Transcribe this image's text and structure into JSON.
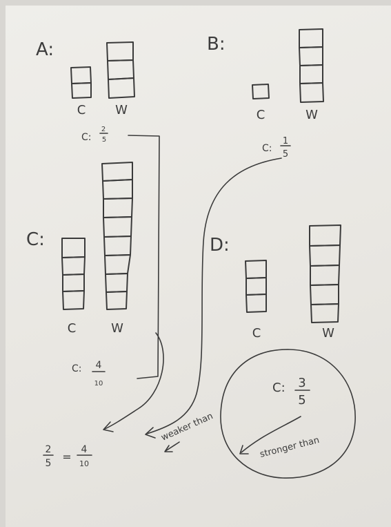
{
  "labels": {
    "A": "A:",
    "B": "B:",
    "C": "C:",
    "D": "D:",
    "cranberry": "C",
    "water": "W"
  },
  "ratios": {
    "A": {
      "prefix": "C:",
      "num": "2",
      "den": "5"
    },
    "B": {
      "prefix": "C:",
      "num": "1",
      "den": "5"
    },
    "C": {
      "prefix": "C:",
      "num": "4",
      "den": "10"
    },
    "D": {
      "prefix": "C:",
      "num": "3",
      "den": "5"
    }
  },
  "equation": {
    "left_num": "2",
    "left_den": "5",
    "equals": "=",
    "right_num": "4",
    "right_den": "10"
  },
  "annotations": {
    "weaker": "weaker than",
    "stronger": "stronger than"
  }
}
